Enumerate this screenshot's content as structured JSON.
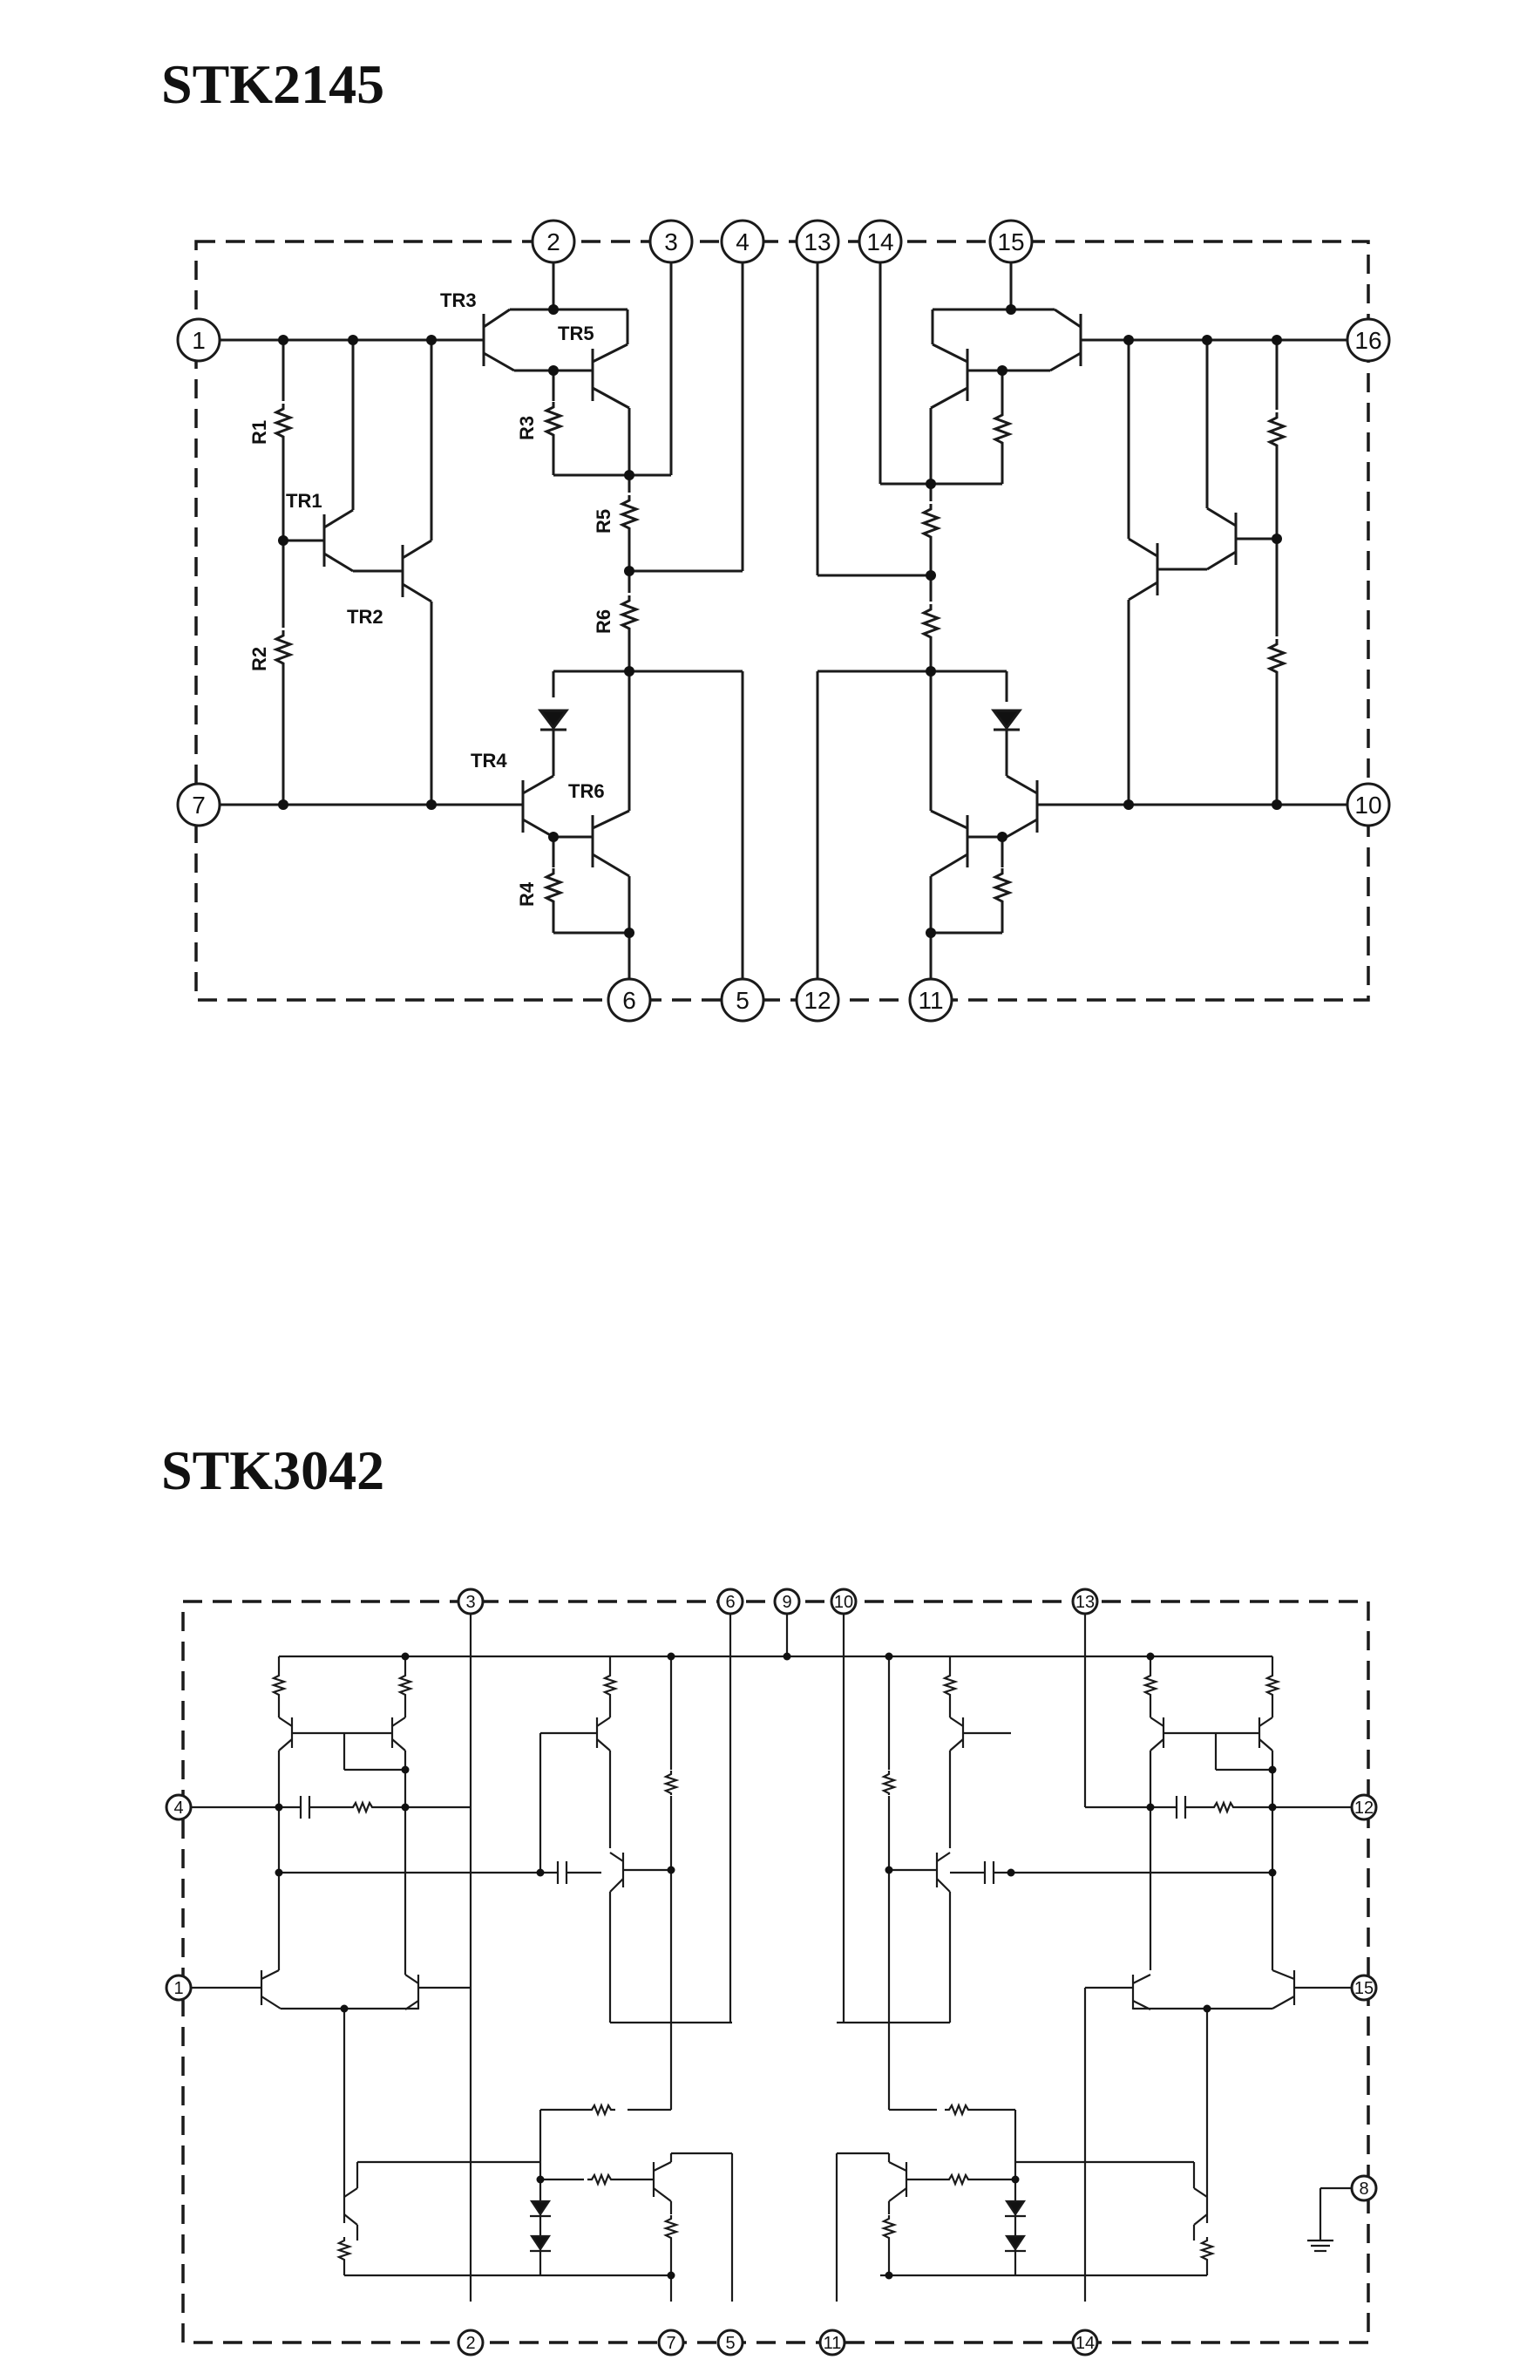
{
  "diagrams": [
    {
      "title": "STK2145",
      "pins": [
        "1",
        "2",
        "3",
        "4",
        "13",
        "14",
        "15",
        "16",
        "7",
        "10",
        "6",
        "5",
        "12",
        "11"
      ],
      "parts": [
        "TR3",
        "TR5",
        "TR1",
        "TR2",
        "TR4",
        "TR6",
        "R1",
        "R2",
        "R3",
        "R4",
        "R5",
        "R6"
      ]
    },
    {
      "title": "STK3042",
      "pins": [
        "3",
        "6",
        "9",
        "10",
        "13",
        "4",
        "12",
        "1",
        "15",
        "8",
        "2",
        "7",
        "5",
        "11",
        "14"
      ]
    }
  ],
  "icons": [
    "resistor-icon",
    "transistor-icon",
    "diode-icon",
    "capacitor-icon",
    "ground-icon"
  ]
}
